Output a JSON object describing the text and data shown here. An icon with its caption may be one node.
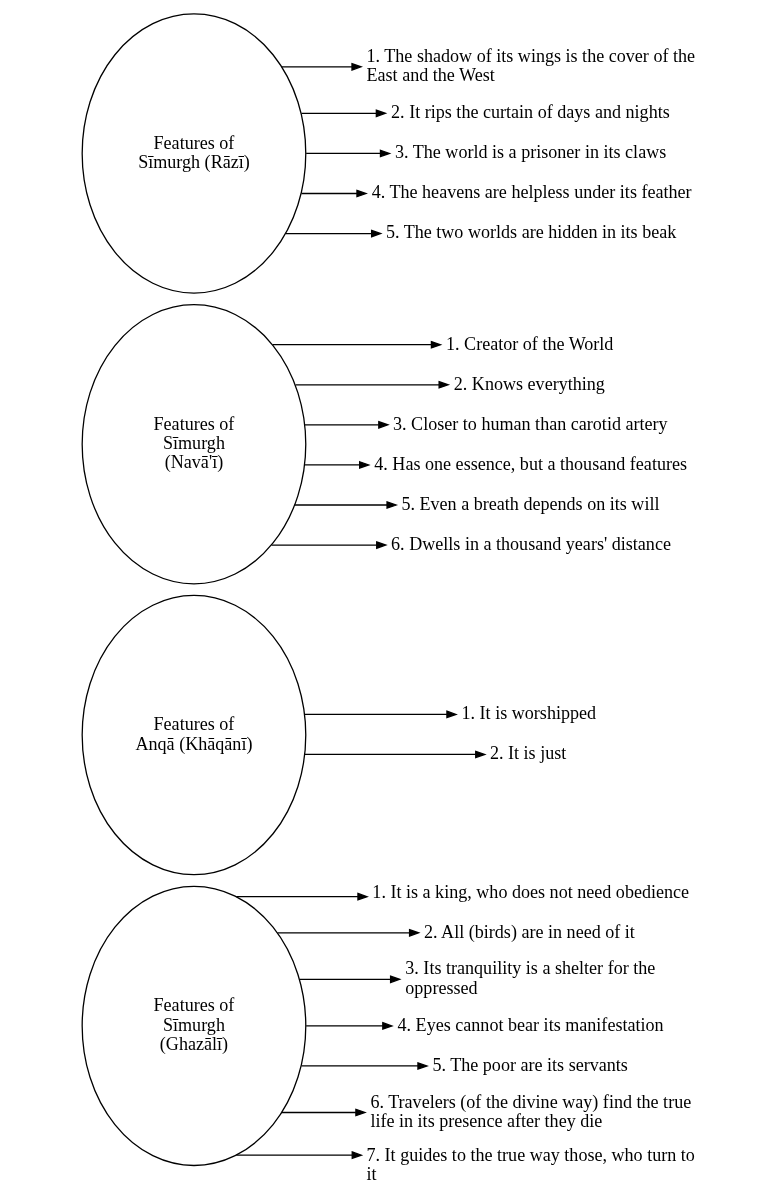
{
  "diagram": {
    "nodes": [
      {
        "text": [
          "Features of Sīmurgh (Ghazālī)"
        ]
      },
      {
        "text": [
          "1. It is a king, who does not need obedience"
        ]
      },
      {
        "text": [
          "2. All (birds) are in need of it"
        ]
      },
      {
        "text": [
          "3. Its tranquility is a shelter for the oppressed"
        ]
      },
      {
        "text": [
          "4. Eyes cannot bear its manifestation"
        ]
      },
      {
        "text": [
          "5. The poor are its servants"
        ]
      },
      {
        "text": [
          "6. Travelers (of the divine way) find the true life in its presence after they die"
        ]
      },
      {
        "text": [
          "7. It guides to the true way those, who turn to it"
        ]
      },
      {
        "text": [
          "Features of Anqā (Khāqānī)"
        ]
      },
      {
        "text": [
          "1. It is worshipped"
        ]
      },
      {
        "text": [
          "2. It is just"
        ]
      },
      {
        "text": [
          "Features of Sīmurgh (Navā'ī)"
        ]
      },
      {
        "text": [
          "1. Creator of the World"
        ]
      },
      {
        "text": [
          "2. Knows everything"
        ]
      },
      {
        "text": [
          "3. Closer to human than carotid artery"
        ]
      },
      {
        "text": [
          "4. Has one essence, but a thousand features"
        ]
      },
      {
        "text": [
          "5. Even a breath depends on its will"
        ]
      },
      {
        "text": [
          "6. Dwells in a thousand years' distance"
        ]
      },
      {
        "text": [
          "Features of Sīmurgh (Rāzī)"
        ]
      },
      {
        "text": [
          "1. The shadow of its wings is the cover of the East and the West"
        ]
      },
      {
        "text": [
          "2. It rips the curtain of days and nights"
        ]
      },
      {
        "text": [
          "3. The world is a prisoner in its claws"
        ]
      },
      {
        "text": [
          "4. The heavens are helpless under its feather"
        ]
      },
      {
        "text": [
          "5. The two worlds are hidden in its beak"
        ]
      }
    ],
    "edges": [
      {
        "from": 0,
        "to": 1,
        "arrow": "to"
      },
      {
        "from": 0,
        "to": 2,
        "arrow": "to"
      },
      {
        "from": 0,
        "to": 3,
        "arrow": "to"
      },
      {
        "from": 0,
        "to": 4,
        "arrow": "to"
      },
      {
        "from": 0,
        "to": 5,
        "arrow": "to"
      },
      {
        "from": 0,
        "to": 6,
        "arrow": "to"
      },
      {
        "from": 0,
        "to": 7,
        "arrow": "to"
      },
      {
        "from": 8,
        "to": 9,
        "arrow": "to"
      },
      {
        "from": 8,
        "to": 10,
        "arrow": "to"
      },
      {
        "from": 11,
        "to": 12,
        "arrow": "to"
      },
      {
        "from": 11,
        "to": 13,
        "arrow": "to"
      },
      {
        "from": 11,
        "to": 14,
        "arrow": "to"
      },
      {
        "from": 11,
        "to": 15,
        "arrow": "to"
      },
      {
        "from": 11,
        "to": 16,
        "arrow": "to"
      },
      {
        "from": 11,
        "to": 17,
        "arrow": "to"
      },
      {
        "from": 18,
        "to": 19,
        "arrow": "to"
      },
      {
        "from": 18,
        "to": 20,
        "arrow": "to"
      },
      {
        "from": 18,
        "to": 21,
        "arrow": "to"
      },
      {
        "from": 18,
        "to": 22,
        "arrow": "to"
      },
      {
        "from": 18,
        "to": 23,
        "arrow": "to"
      }
    ]
  }
}
